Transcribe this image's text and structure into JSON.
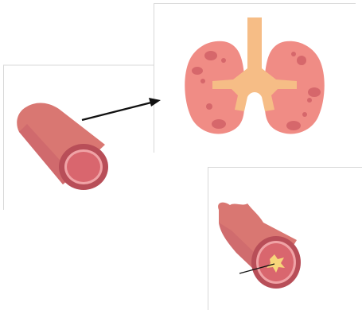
{
  "diagram": {
    "panels": [
      {
        "id": "vessel",
        "icon": "blood-vessel-icon"
      },
      {
        "id": "lungs",
        "icon": "lungs-icon"
      },
      {
        "id": "clot",
        "icon": "blocked-vessel-clot-icon"
      }
    ],
    "arrows": [
      {
        "from": "vessel",
        "to": "lungs"
      }
    ],
    "colors": {
      "vessel_body": "#d97772",
      "vessel_dark": "#b84e58",
      "vessel_lumen": "#d9666e",
      "vessel_inner_ring": "#f0a3a6",
      "lung_tissue": "#f08c85",
      "lung_spots": "#d6676b",
      "airway": "#f6bd86",
      "clot": "#f7d57a",
      "arrow": "#111111",
      "panel_border": "#d8d8d8"
    }
  }
}
